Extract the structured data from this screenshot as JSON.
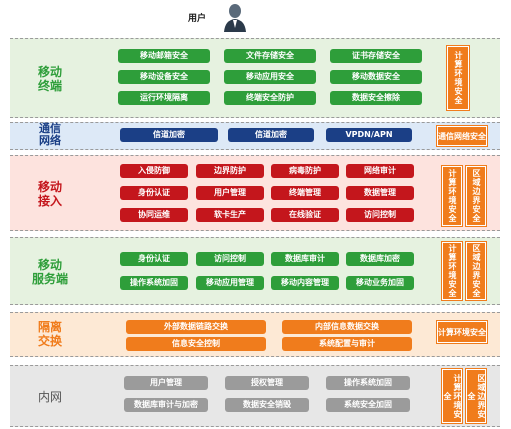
{
  "user": {
    "label": "用户",
    "icon": "user-icon"
  },
  "mobile_terminal": {
    "label_line1": "移动",
    "label_line2": "终端",
    "chips": [
      "移动邮箱安全",
      "文件存储安全",
      "证书存储安全",
      "移动设备安全",
      "移动应用安全",
      "移动数据安全",
      "运行环境隔离",
      "终端安全防护",
      "数据安全擦除"
    ],
    "side_label": "计算环境安全"
  },
  "comm_network": {
    "label_line1": "通信",
    "label_line2": "网络",
    "chips": [
      "信道加密",
      "信道加密",
      "VPDN/APN"
    ],
    "side_label": "通信网络安全"
  },
  "mobile_access": {
    "label_line1": "移动",
    "label_line2": "接入",
    "chips": [
      "入侵防御",
      "边界防护",
      "病毒防护",
      "网络审计",
      "身份认证",
      "用户管理",
      "终端管理",
      "数据管理",
      "协同运维",
      "软卡生产",
      "在线验证",
      "访问控制"
    ],
    "side_label_1": "计算环境安全",
    "side_label_2": "区域边界安全"
  },
  "mobile_service": {
    "label_line1": "移动",
    "label_line2": "服务端",
    "chips": [
      "身份认证",
      "访问控制",
      "数据库审计",
      "数据库加密",
      "操作系统加固",
      "移动应用管理",
      "移动内容管理",
      "移动业务加固"
    ],
    "side_label_1": "计算环境安全",
    "side_label_2": "区域边界安全"
  },
  "isolation": {
    "label_line1": "隔离",
    "label_line2": "交换",
    "chips": [
      "外部数据链路交换",
      "内部信息数据交换",
      "信息安全控制",
      "系统配置与审计"
    ],
    "side_label": "计算环境安全"
  },
  "intranet": {
    "label": "内网",
    "chips": [
      "用户管理",
      "授权管理",
      "操作系统加固",
      "数据库审计与加密",
      "数据安全销毁",
      "系统安全加固"
    ],
    "side_label_1": "计算环境安全",
    "side_label_2": "区域边界安全"
  },
  "colors": {
    "green": "#2e9e3a",
    "navy": "#1b3f86",
    "red": "#c4161c",
    "orange": "#f07c1c",
    "gray": "#9b9b9b",
    "band_green": "#e6f2e0",
    "band_blue": "#dde9f7",
    "band_red": "#fde3de",
    "band_orange": "#fde9d5",
    "band_gray": "#e7e7e7"
  }
}
